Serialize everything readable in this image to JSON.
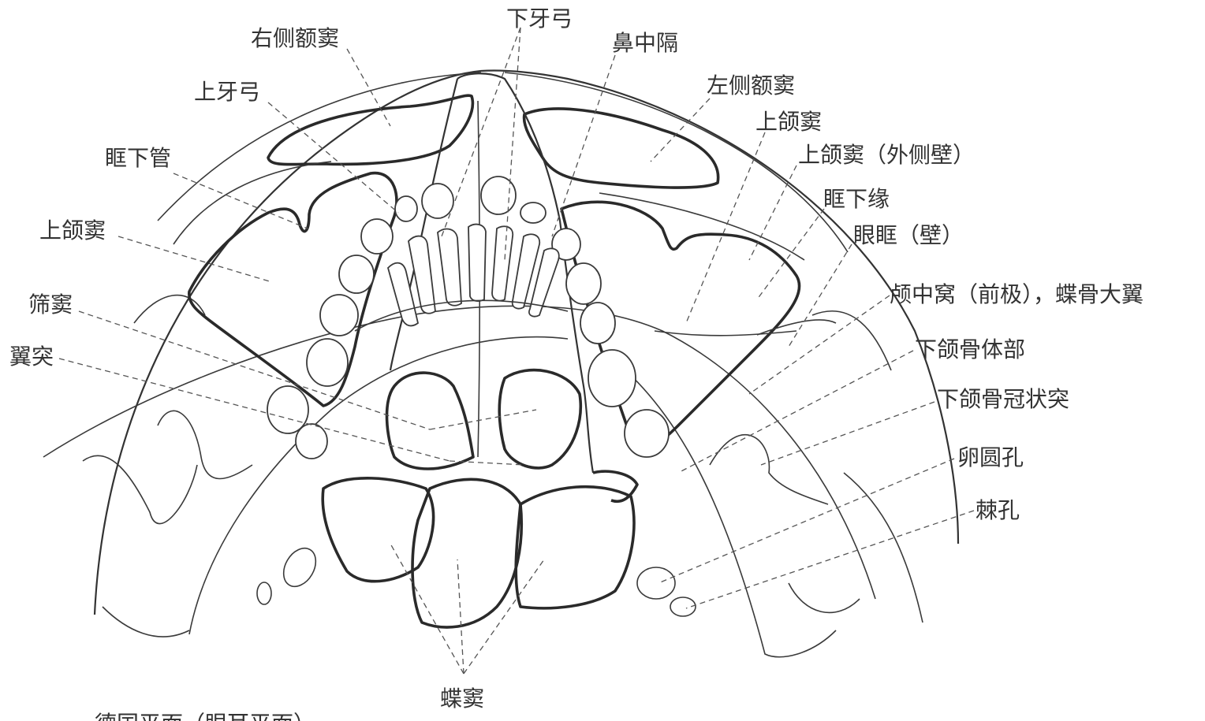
{
  "labels": {
    "right_frontal_sinus": "右侧额窦",
    "lower_dental_arch": "下牙弓",
    "nasal_septum": "鼻中隔",
    "upper_dental_arch": "上牙弓",
    "left_frontal_sinus": "左侧额窦",
    "maxillary_sinus_right_upper": "上颌窦",
    "infraorbital_canal": "眶下管",
    "maxillary_sinus_lateral_wall": "上颌窦（外侧壁）",
    "infraorbital_margin": "眶下缘",
    "maxillary_sinus_left": "上颌窦",
    "orbit_wall": "眼眶（壁）",
    "ethmoid_sinus": "筛窦",
    "middle_cranial_fossa": "颅中窝（前极），蝶骨大翼",
    "pterygoid_process": "翼突",
    "mandible_body": "下颌骨体部",
    "coronoid_process": "下颌骨冠状突",
    "foramen_ovale": "卵圆孔",
    "foramen_spinosum": "棘孔",
    "sphenoid_sinus": "蝶窦",
    "caption_partial": "德国平面（眼耳平面）"
  }
}
